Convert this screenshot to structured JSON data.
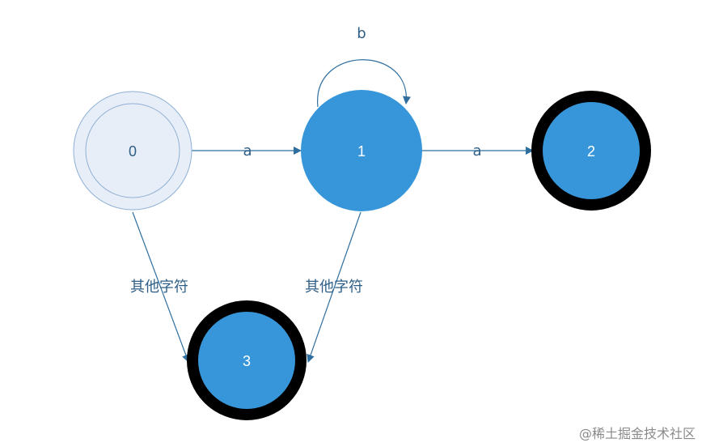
{
  "diagram": {
    "nodes": [
      {
        "id": "0",
        "label": "0"
      },
      {
        "id": "1",
        "label": "1"
      },
      {
        "id": "2",
        "label": "2"
      },
      {
        "id": "3",
        "label": "3"
      }
    ],
    "edges": [
      {
        "from": "0",
        "to": "1",
        "label": "a"
      },
      {
        "from": "1",
        "to": "1",
        "label": "b"
      },
      {
        "from": "1",
        "to": "2",
        "label": "a"
      },
      {
        "from": "0",
        "to": "3",
        "label": "其他字符"
      },
      {
        "from": "1",
        "to": "3",
        "label": "其他字符"
      }
    ],
    "colors": {
      "start_fill": "#e8eef7",
      "start_stroke": "#8fb0d6",
      "node_fill": "#3796d9",
      "accept_ring": "#000000",
      "edge": "#2f6f9f"
    }
  },
  "watermark": "@稀土掘金技术社区"
}
